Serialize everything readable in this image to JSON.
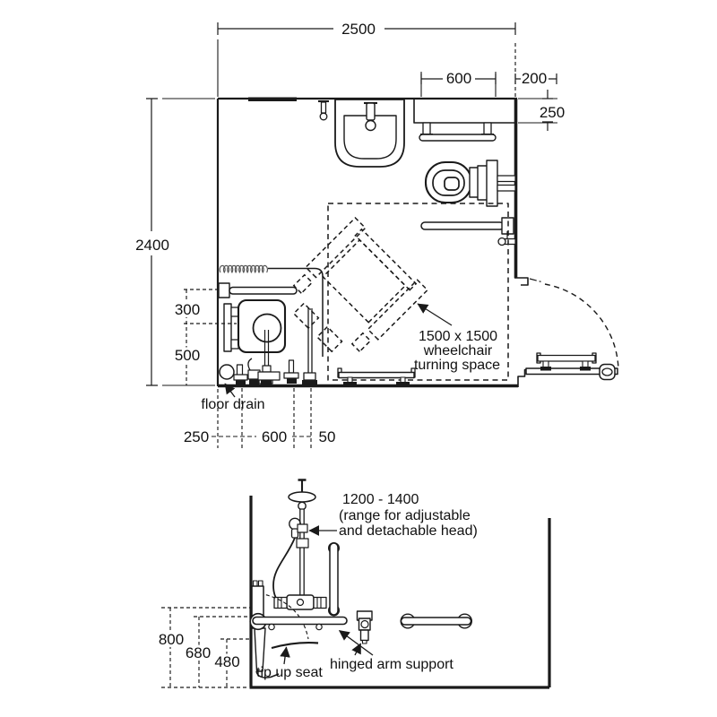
{
  "colors": {
    "ink": "#1a1a1a",
    "track_gray": "#9a9a9a",
    "fixture_gray": "#b3b3b3"
  },
  "plan": {
    "dim_width": "2500",
    "dim_height": "2400",
    "dim_shelf_width": "600",
    "dim_right_offset": "200",
    "dim_shelf_depth": "250",
    "dim_rail_offset": "300",
    "dim_seat_offset": "500",
    "dim_drain_offset": "250",
    "dim_seat_width": "600",
    "dim_pole_offset": "50",
    "turning_space_line1": "1500 x 1500",
    "turning_space_line2": "wheelchair",
    "turning_space_line3": "turning space",
    "floor_drain_label": "floor drain"
  },
  "elevation": {
    "dim_head_range": "1200 - 1400",
    "head_range_note1": "(range for adjustable",
    "head_range_note2": "and detachable head)",
    "dim_control_height": "800",
    "dim_arm_height": "680",
    "dim_seat_height": "480",
    "tip_up_seat_label": "tip up seat",
    "hinged_arm_label": "hinged arm support"
  }
}
